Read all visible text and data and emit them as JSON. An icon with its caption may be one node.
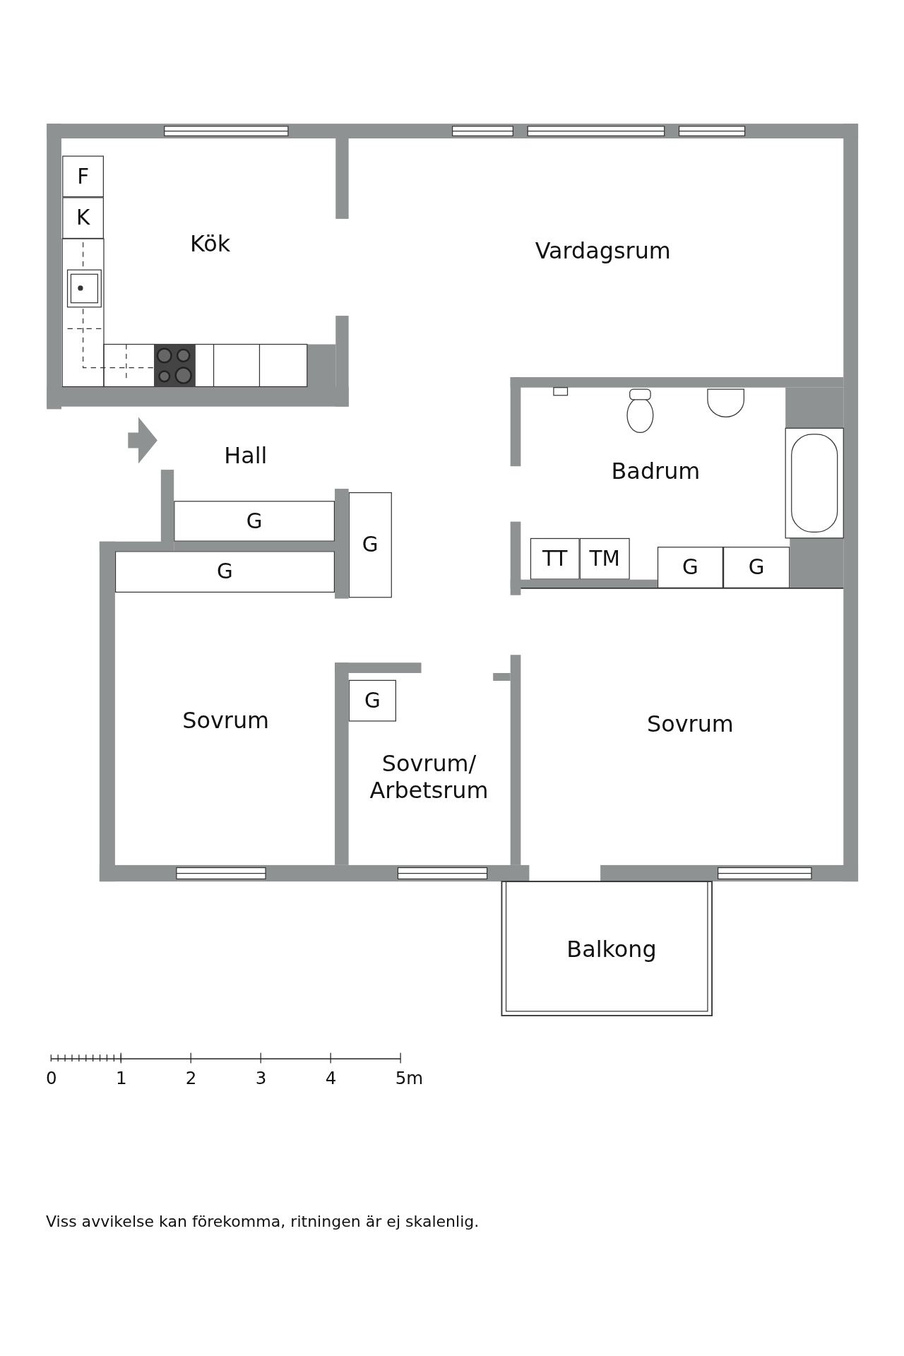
{
  "diagram": {
    "caption": "Viss avvikelse kan förekomma, ritningen är ej skalenlig.",
    "nodes": [
      {
        "text": [
          "Kök"
        ]
      },
      {
        "text": [
          "F"
        ],
        "in": 0
      },
      {
        "text": [
          "K"
        ],
        "in": 0
      },
      {
        "text": [
          "Vardagsrum"
        ]
      },
      {
        "text": [
          "Hall"
        ]
      },
      {
        "text": [
          "G"
        ]
      },
      {
        "text": [
          "G"
        ]
      },
      {
        "text": [
          "Badrum"
        ]
      },
      {
        "text": [
          "TT"
        ]
      },
      {
        "text": [
          "TM"
        ]
      },
      {
        "text": [
          "G"
        ]
      },
      {
        "text": [
          "G"
        ]
      },
      {
        "text": [
          "G"
        ]
      },
      {
        "text": [
          "Sovrum"
        ]
      },
      {
        "text": [
          "Sovrum/ Arbetsrum"
        ]
      },
      {
        "text": [
          "G"
        ],
        "in": 14
      },
      {
        "text": [
          "Sovrum"
        ]
      },
      {
        "text": [
          "Balkong"
        ]
      }
    ],
    "edges": [],
    "labels": [
      "0",
      "1",
      "2",
      "3",
      "4",
      "5m"
    ]
  }
}
